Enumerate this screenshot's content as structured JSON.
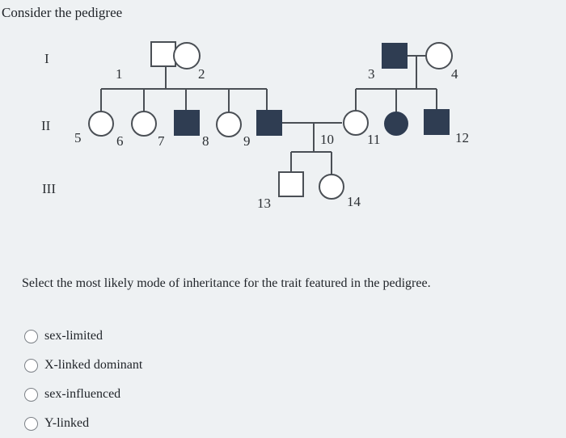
{
  "prompt": "Consider the pedigree",
  "question": "Select the most likely mode of inheritance for the trait featured in the pedigree.",
  "pedigree": {
    "generations": [
      "I",
      "II",
      "III"
    ],
    "individuals": [
      {
        "id": "1",
        "sex": "male",
        "affected": false,
        "generation": "I"
      },
      {
        "id": "2",
        "sex": "female",
        "affected": false,
        "generation": "I"
      },
      {
        "id": "3",
        "sex": "male",
        "affected": true,
        "generation": "I"
      },
      {
        "id": "4",
        "sex": "female",
        "affected": false,
        "generation": "I"
      },
      {
        "id": "5",
        "sex": "female",
        "affected": false,
        "generation": "II"
      },
      {
        "id": "6",
        "sex": "female",
        "affected": false,
        "generation": "II"
      },
      {
        "id": "7",
        "sex": "male",
        "affected": true,
        "generation": "II"
      },
      {
        "id": "8",
        "sex": "female",
        "affected": false,
        "generation": "II"
      },
      {
        "id": "9",
        "sex": "male",
        "affected": true,
        "generation": "II"
      },
      {
        "id": "10",
        "sex": "female",
        "affected": false,
        "generation": "II"
      },
      {
        "id": "11",
        "sex": "female",
        "affected": true,
        "generation": "II"
      },
      {
        "id": "12",
        "sex": "male",
        "affected": true,
        "generation": "II"
      },
      {
        "id": "13",
        "sex": "male",
        "affected": false,
        "generation": "III"
      },
      {
        "id": "14",
        "sex": "female",
        "affected": false,
        "generation": "III"
      }
    ]
  },
  "options": [
    {
      "label": "sex-limited"
    },
    {
      "label": "X-linked dominant"
    },
    {
      "label": "sex-influenced"
    },
    {
      "label": "Y-linked"
    }
  ],
  "colors": {
    "affected": "#2f3d52",
    "background": "#eef1f3"
  }
}
